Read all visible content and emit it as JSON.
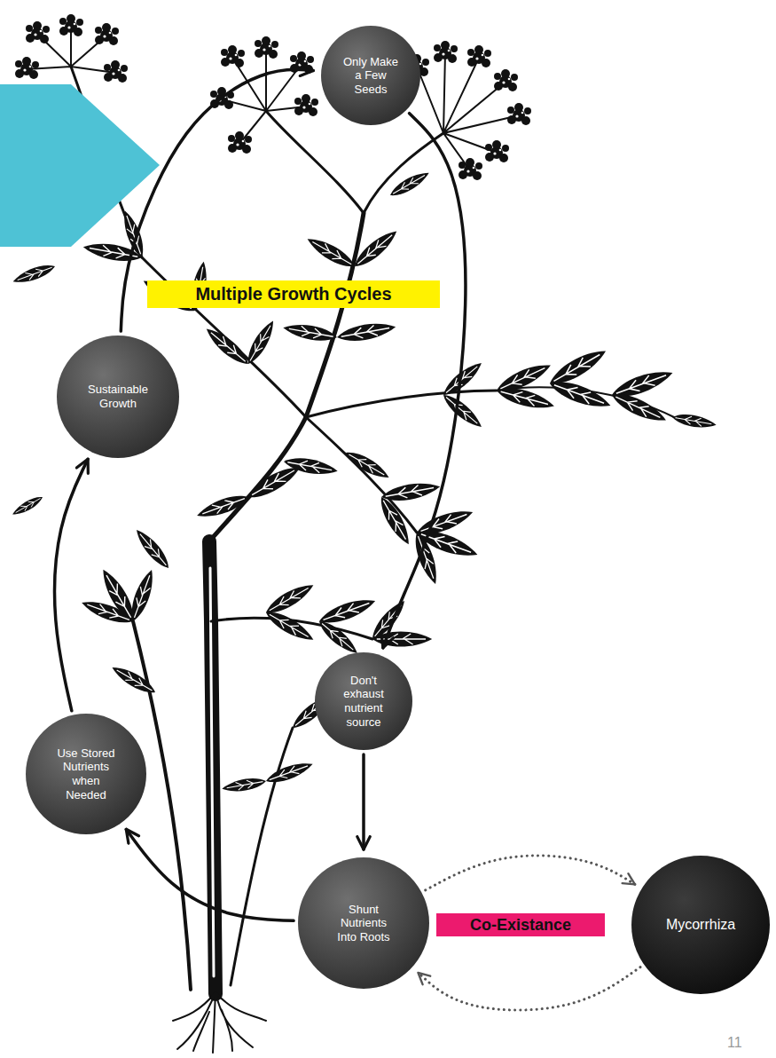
{
  "diagram": {
    "nodes": [
      {
        "text": [
          "Only Make a Few Seeds"
        ]
      },
      {
        "text": [
          "Sustainable Growth"
        ]
      },
      {
        "text": [
          "Don't exhaust nutrient source"
        ]
      },
      {
        "text": [
          "Use Stored Nutrients when Needed"
        ]
      },
      {
        "text": [
          "Shunt Nutrients Into Roots"
        ]
      },
      {
        "text": [
          "Mycorrhiza"
        ]
      }
    ],
    "edges": [
      {
        "from": 1,
        "to": 0,
        "arrow": "to"
      },
      {
        "from": 0,
        "to": 2,
        "arrow": "to"
      },
      {
        "from": 2,
        "to": 4,
        "arrow": "to"
      },
      {
        "from": 4,
        "to": 3,
        "arrow": "to"
      },
      {
        "from": 3,
        "to": 1,
        "arrow": "to"
      },
      {
        "from": 4,
        "to": 5,
        "arrow": "to"
      },
      {
        "from": 5,
        "to": 4,
        "arrow": "to"
      }
    ],
    "labels": [
      "Multiple Growth Cycles",
      "Co-Existance",
      "11"
    ]
  }
}
